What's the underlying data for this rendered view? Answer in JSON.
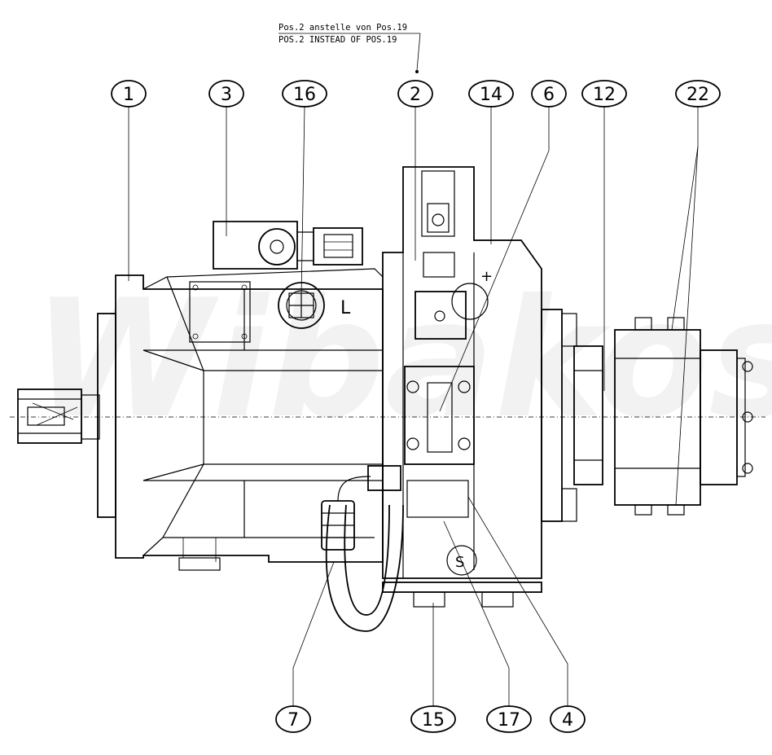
{
  "note": {
    "line1": "Pos.2 anstelle von Pos.19",
    "line2": "POS.2 INSTEAD OF POS.19"
  },
  "watermark": "Wibakos",
  "port_labels": {
    "L": "L",
    "S": "S",
    "plus": "+"
  },
  "callouts": [
    {
      "id": "1",
      "label": "1"
    },
    {
      "id": "3",
      "label": "3"
    },
    {
      "id": "16",
      "label": "16"
    },
    {
      "id": "2",
      "label": "2"
    },
    {
      "id": "14",
      "label": "14"
    },
    {
      "id": "6",
      "label": "6"
    },
    {
      "id": "12",
      "label": "12"
    },
    {
      "id": "22",
      "label": "22"
    },
    {
      "id": "7",
      "label": "7"
    },
    {
      "id": "15",
      "label": "15"
    },
    {
      "id": "17",
      "label": "17"
    },
    {
      "id": "4",
      "label": "4"
    }
  ]
}
